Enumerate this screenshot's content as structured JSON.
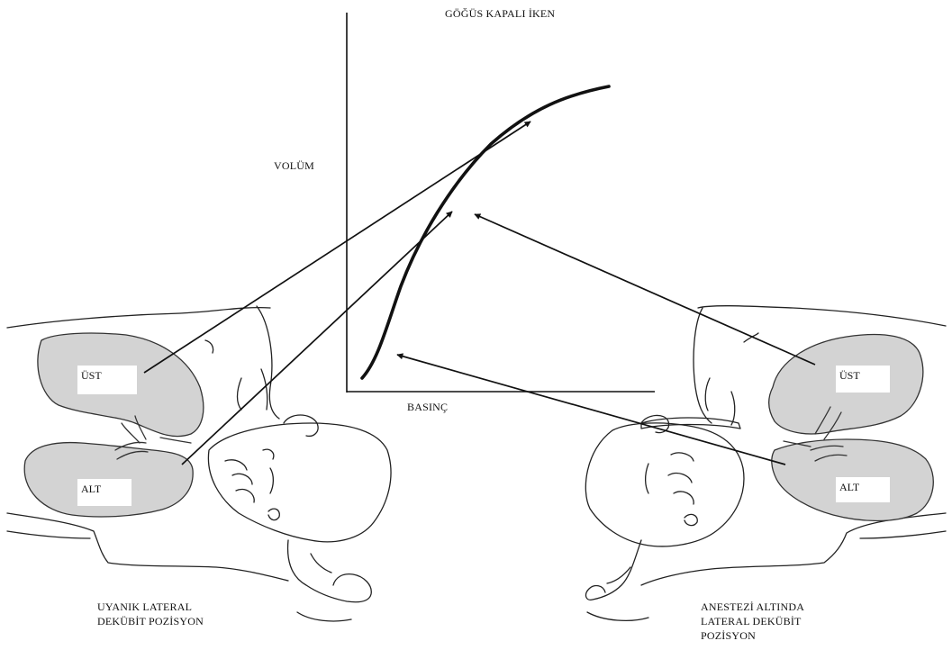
{
  "graph": {
    "title": "GÖĞÜS KAPALI İKEN",
    "y_axis_label": "VOLÜM",
    "x_axis_label": "BASINÇ"
  },
  "left_patient": {
    "upper_lung_label": "ÜST",
    "lower_lung_label": "ALT",
    "caption_line1": "UYANIK LATERAL",
    "caption_line2": "DEKÜBİT POZİSYON"
  },
  "right_patient": {
    "upper_lung_label": "ÜST",
    "lower_lung_label": "ALT",
    "caption_line1": "ANESTEZİ ALTINDA",
    "caption_line2": "LATERAL DEKÜBİT",
    "caption_line3": "POZİSYON"
  },
  "colors": {
    "line": "#111111",
    "lung_fill": "#d3d3d3"
  }
}
